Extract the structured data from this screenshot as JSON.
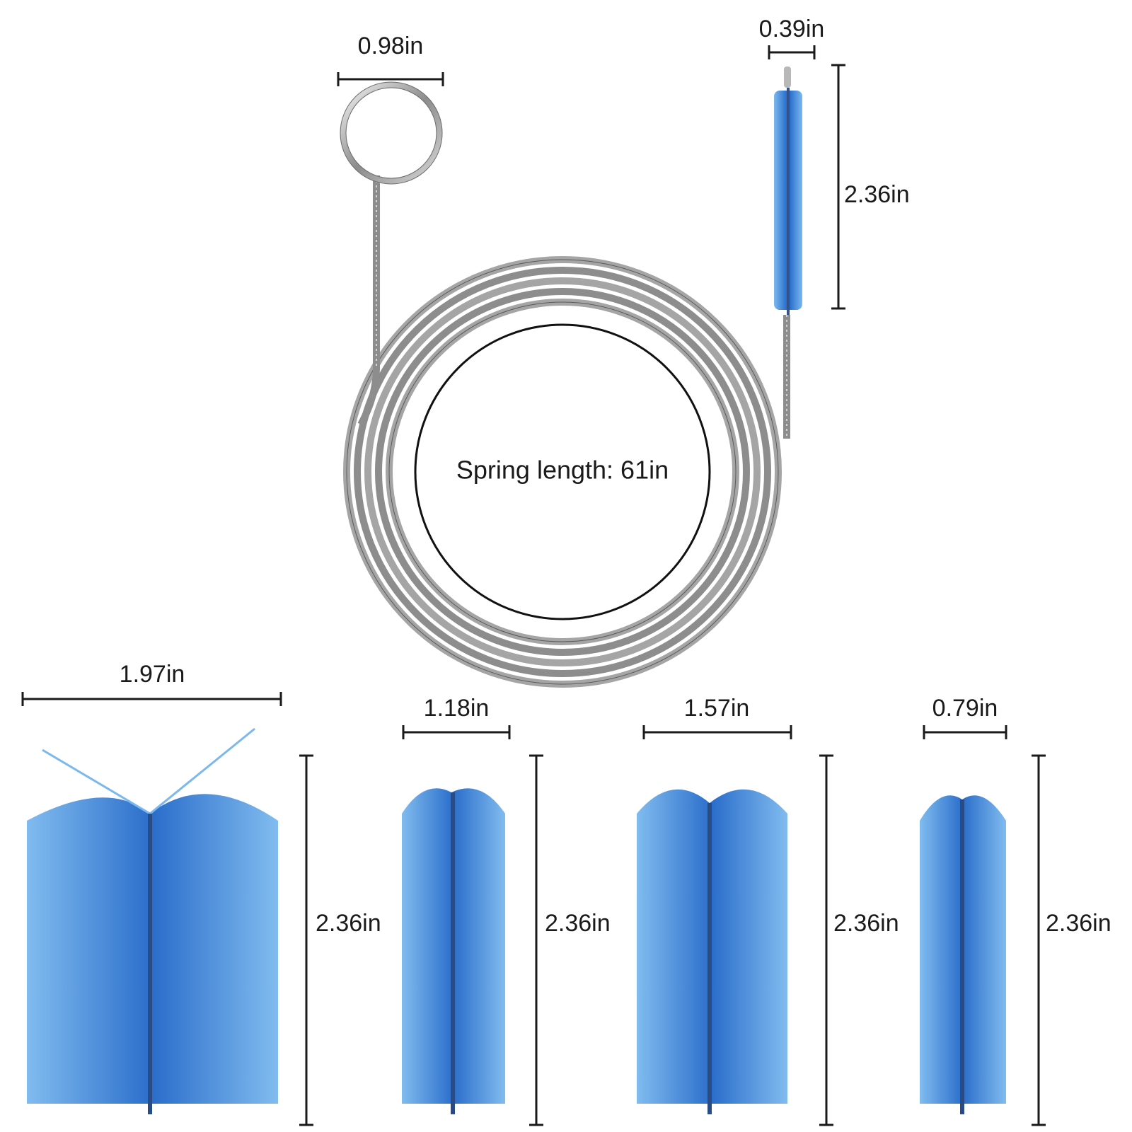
{
  "spring": {
    "label": "Spring length: 61in"
  },
  "ring": {
    "width_label": "0.98in"
  },
  "small_brush": {
    "width_label": "0.39in",
    "height_label": "2.36in"
  },
  "brushes": [
    {
      "width_label": "1.97in",
      "height_label": "2.36in"
    },
    {
      "width_label": "1.18in",
      "height_label": "2.36in"
    },
    {
      "width_label": "1.57in",
      "height_label": "2.36in"
    },
    {
      "width_label": "0.79in",
      "height_label": "2.36in"
    }
  ],
  "colors": {
    "brush_blue": "#1f6fd1",
    "brush_light": "#5aa8e8",
    "spring_gray": "#9a9a9a",
    "line": "#1a1a1a"
  }
}
